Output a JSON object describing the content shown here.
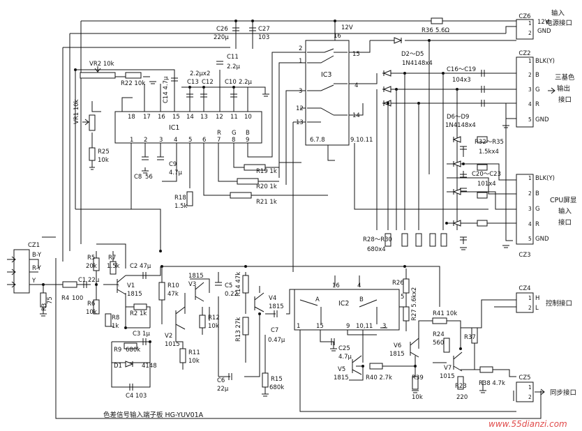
{
  "board_title": "色差信号输入端子板 HG-YUV01A",
  "watermark": "www.55dianzi.com",
  "connectors": {
    "cz26": {
      "label": "CZ6",
      "pins": [
        "1",
        "2"
      ],
      "signals": [
        "12V",
        "GND"
      ],
      "desc": [
        "输入",
        "电源接口"
      ]
    },
    "cz22": {
      "label": "CZ2",
      "pins": [
        "1",
        "2",
        "3",
        "4",
        "5"
      ],
      "signals": [
        "BLK(Y)",
        "B",
        "G",
        "R",
        "GND"
      ],
      "desc": [
        "三基色",
        "输出",
        "接口"
      ]
    },
    "cz23": {
      "label": "CZ3",
      "pins": [
        "1",
        "2",
        "3",
        "4",
        "5"
      ],
      "signals": [
        "BLK(Y)",
        "B",
        "G",
        "R",
        "GND"
      ],
      "desc": [
        "CPU屏显",
        "输入",
        "接口"
      ]
    },
    "cz24": {
      "label": "CZ4",
      "pins": [
        "1",
        "2"
      ],
      "signals": [
        "H",
        "L"
      ],
      "desc": [
        "控制接口"
      ]
    },
    "cz25": {
      "label": "CZ5",
      "pins": [
        "1",
        "2"
      ],
      "desc": [
        "同步接口"
      ]
    },
    "cz21": {
      "label": "CZ1",
      "signals": [
        "B-Y",
        "R-Y",
        "Y"
      ]
    }
  },
  "ic1": {
    "label": "IC1",
    "top_pins": [
      "18",
      "17",
      "16",
      "15",
      "14",
      "13",
      "12",
      "11",
      "10"
    ],
    "bottom_pins": [
      "1",
      "2",
      "3",
      "4",
      "5",
      "6",
      "7",
      "8",
      "9"
    ],
    "pin_letters": [
      "R",
      "G",
      "B"
    ]
  },
  "ic3": {
    "label": "IC3",
    "left_pins": [
      "2",
      "1",
      "3",
      "12",
      "13"
    ],
    "right_pins": [
      "15",
      "4",
      "14"
    ],
    "top_pin": "16",
    "bottom_pins": [
      "6.7.8",
      "9.10.11"
    ]
  },
  "ic2": {
    "label": "IC2",
    "top_pins": [
      "16",
      "4"
    ],
    "bottom_pins": [
      "1",
      "15",
      "9",
      "10,11",
      "3"
    ],
    "right_pin": "5",
    "switch_labels": [
      "A",
      "B"
    ]
  },
  "components": {
    "vr2": "VR2 10k",
    "vr1": "VR1 10k",
    "r22": "R22 10k",
    "r25": "R25",
    "r25v": "10k",
    "c14": "C14 4.7µ",
    "c26": "C26",
    "c26v": "220µ",
    "c27": "C27",
    "c27v": "103",
    "c11": "C11",
    "c11v": "2.2µ",
    "c13": "C13",
    "c12": "C12",
    "c1213v": "2.2µx2",
    "c10": "C10",
    "c10v": "2.2µ",
    "r36": "R36",
    "r36v": "5.6Ω",
    "d2d5": "D2～D5",
    "d2d5v": "1N4148x4",
    "c16c19": "C16～C19",
    "c16c19v": "104x3",
    "d6d9": "D6～D9",
    "d6d9v": "1N4148x4",
    "r32r35": "R32～R35",
    "r32r35v": "1.5kx4",
    "c20c23": "C20～C23",
    "c20c23v": "101x4",
    "r28r30": "R28～R30",
    "r28r30v": "680x4",
    "c8": "C8",
    "c8v": "56",
    "c9": "C9",
    "c9v": "4.7µ",
    "r19": "R19 1k",
    "r20": "R20 1k",
    "r21": "R21 1k",
    "r18": "R18",
    "r18v": "1.5k",
    "r5": "R5",
    "r5v": "20k",
    "r7": "R7",
    "r7v": "1.5k",
    "c2": "C2 47µ",
    "c1": "C1",
    "c1v": "22µ",
    "r4": "R4",
    "r4v": "100",
    "r3": "R3",
    "r3v": "75",
    "r6": "R6",
    "r6v": "10k",
    "v1": "V1",
    "v1v": "1815",
    "r8": "R8",
    "r8v": "1k",
    "r2": "R2 1k",
    "c3": "C3 1µ",
    "r9": "R9",
    "r9v": "680k",
    "d1": "D1",
    "d1v": "4148",
    "c4": "C4 103",
    "r10": "R10",
    "r10v": "47k",
    "v3": "V3",
    "v3v": "1815",
    "v2": "V2",
    "v2v": "1015",
    "r11": "R11",
    "r11v": "10k",
    "r12": "R12",
    "r12v": "10k",
    "c5": "C5",
    "c5v": "0.22",
    "c6": "C6",
    "c6v": "22µ",
    "r14": "R14 47k",
    "r13": "R13 27k",
    "v4": "V4",
    "v4v": "1815",
    "c7": "C7",
    "c7v": "0.47µ",
    "r15": "R15",
    "r15v": "680k",
    "r26": "R26",
    "r27": "R27 5.6kx2",
    "c25": "C25",
    "c25v": "4.7µ",
    "v5": "V5",
    "v5v": "1815",
    "r40": "R40 2.7k",
    "r39": "R39",
    "r39v": "10k",
    "v6": "V6",
    "v6v": "1815",
    "r41": "R41 10k",
    "r24": "R24",
    "r24v": "560",
    "r37": "R37",
    "v7": "V7",
    "v7v": "1015",
    "r23": "R23",
    "r23v": "220",
    "r38": "R38 4.7k",
    "v12": "12V"
  }
}
